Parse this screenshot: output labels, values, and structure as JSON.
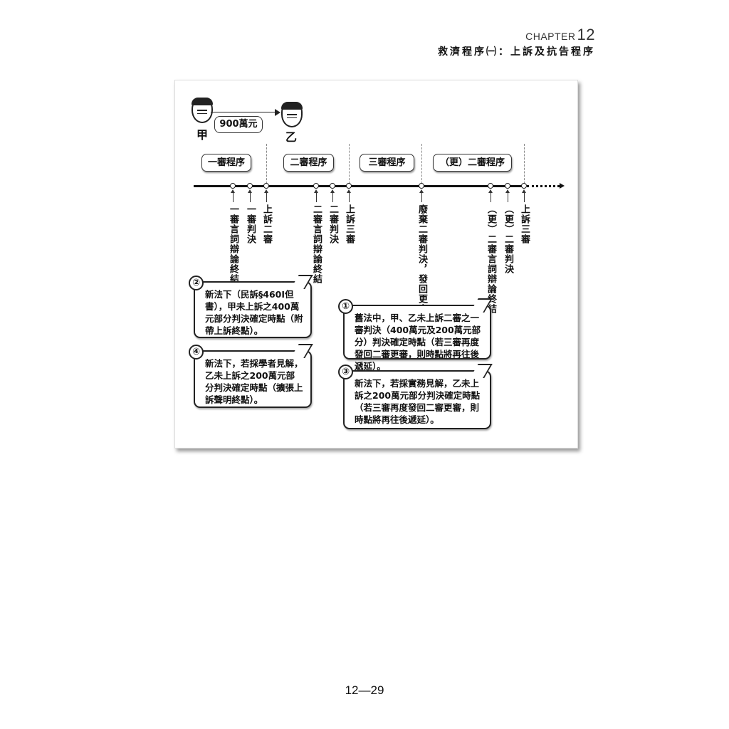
{
  "header": {
    "chapter_word": "CHAPTER",
    "chapter_num": "12",
    "subtitle": "救濟程序㈠：上訴及抗告程序"
  },
  "diagram": {
    "party_a": "甲",
    "party_b": "乙",
    "amount": "900萬元",
    "phases": [
      "一審程序",
      "二審程序",
      "三審程序",
      "（更）二審程序"
    ],
    "events": [
      "一審言詞辯論終結",
      "一審判決",
      "上訴二審",
      "二審言詞辯論終結",
      "二審判決",
      "上訴三審",
      "廢棄二審判決，發回更審",
      "（更）二審言詞辯論終結",
      "（更）二審判決",
      "上訴三審"
    ],
    "bubbles": [
      {
        "num": "②",
        "text": "新法下（民訴§460Ⅰ但書），甲未上訴之400萬元部分判決確定時點（附帶上訴終點）。"
      },
      {
        "num": "④",
        "text": "新法下，若採學者見解，乙未上訴之200萬元部分判決確定時點（擴張上訴聲明終點）。"
      },
      {
        "num": "①",
        "text": "舊法中，甲、乙未上訴二審之一審判決（400萬元及200萬元部分）判決確定時點（若三審再度發回二審更審，則時點將再往後遞延）。"
      },
      {
        "num": "③",
        "text": "新法下，若採實務見解，乙未上訴之200萬元部分判決確定時點（若三審再度發回二審更審，則時點將再往後遞延）。"
      }
    ]
  },
  "page_number": "12—29"
}
